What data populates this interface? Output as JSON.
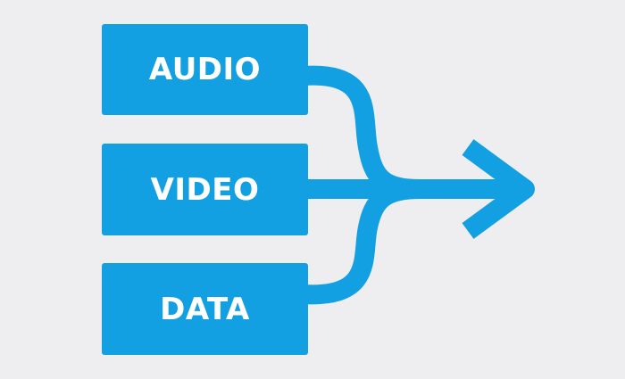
{
  "diagram": {
    "inputs": [
      {
        "label": "AUDIO"
      },
      {
        "label": "VIDEO"
      },
      {
        "label": "DATA"
      }
    ],
    "accent_color": "#13a0e2",
    "background_color": "#eeeef0",
    "connector": "three inputs merging into a single arrow pointing right"
  }
}
